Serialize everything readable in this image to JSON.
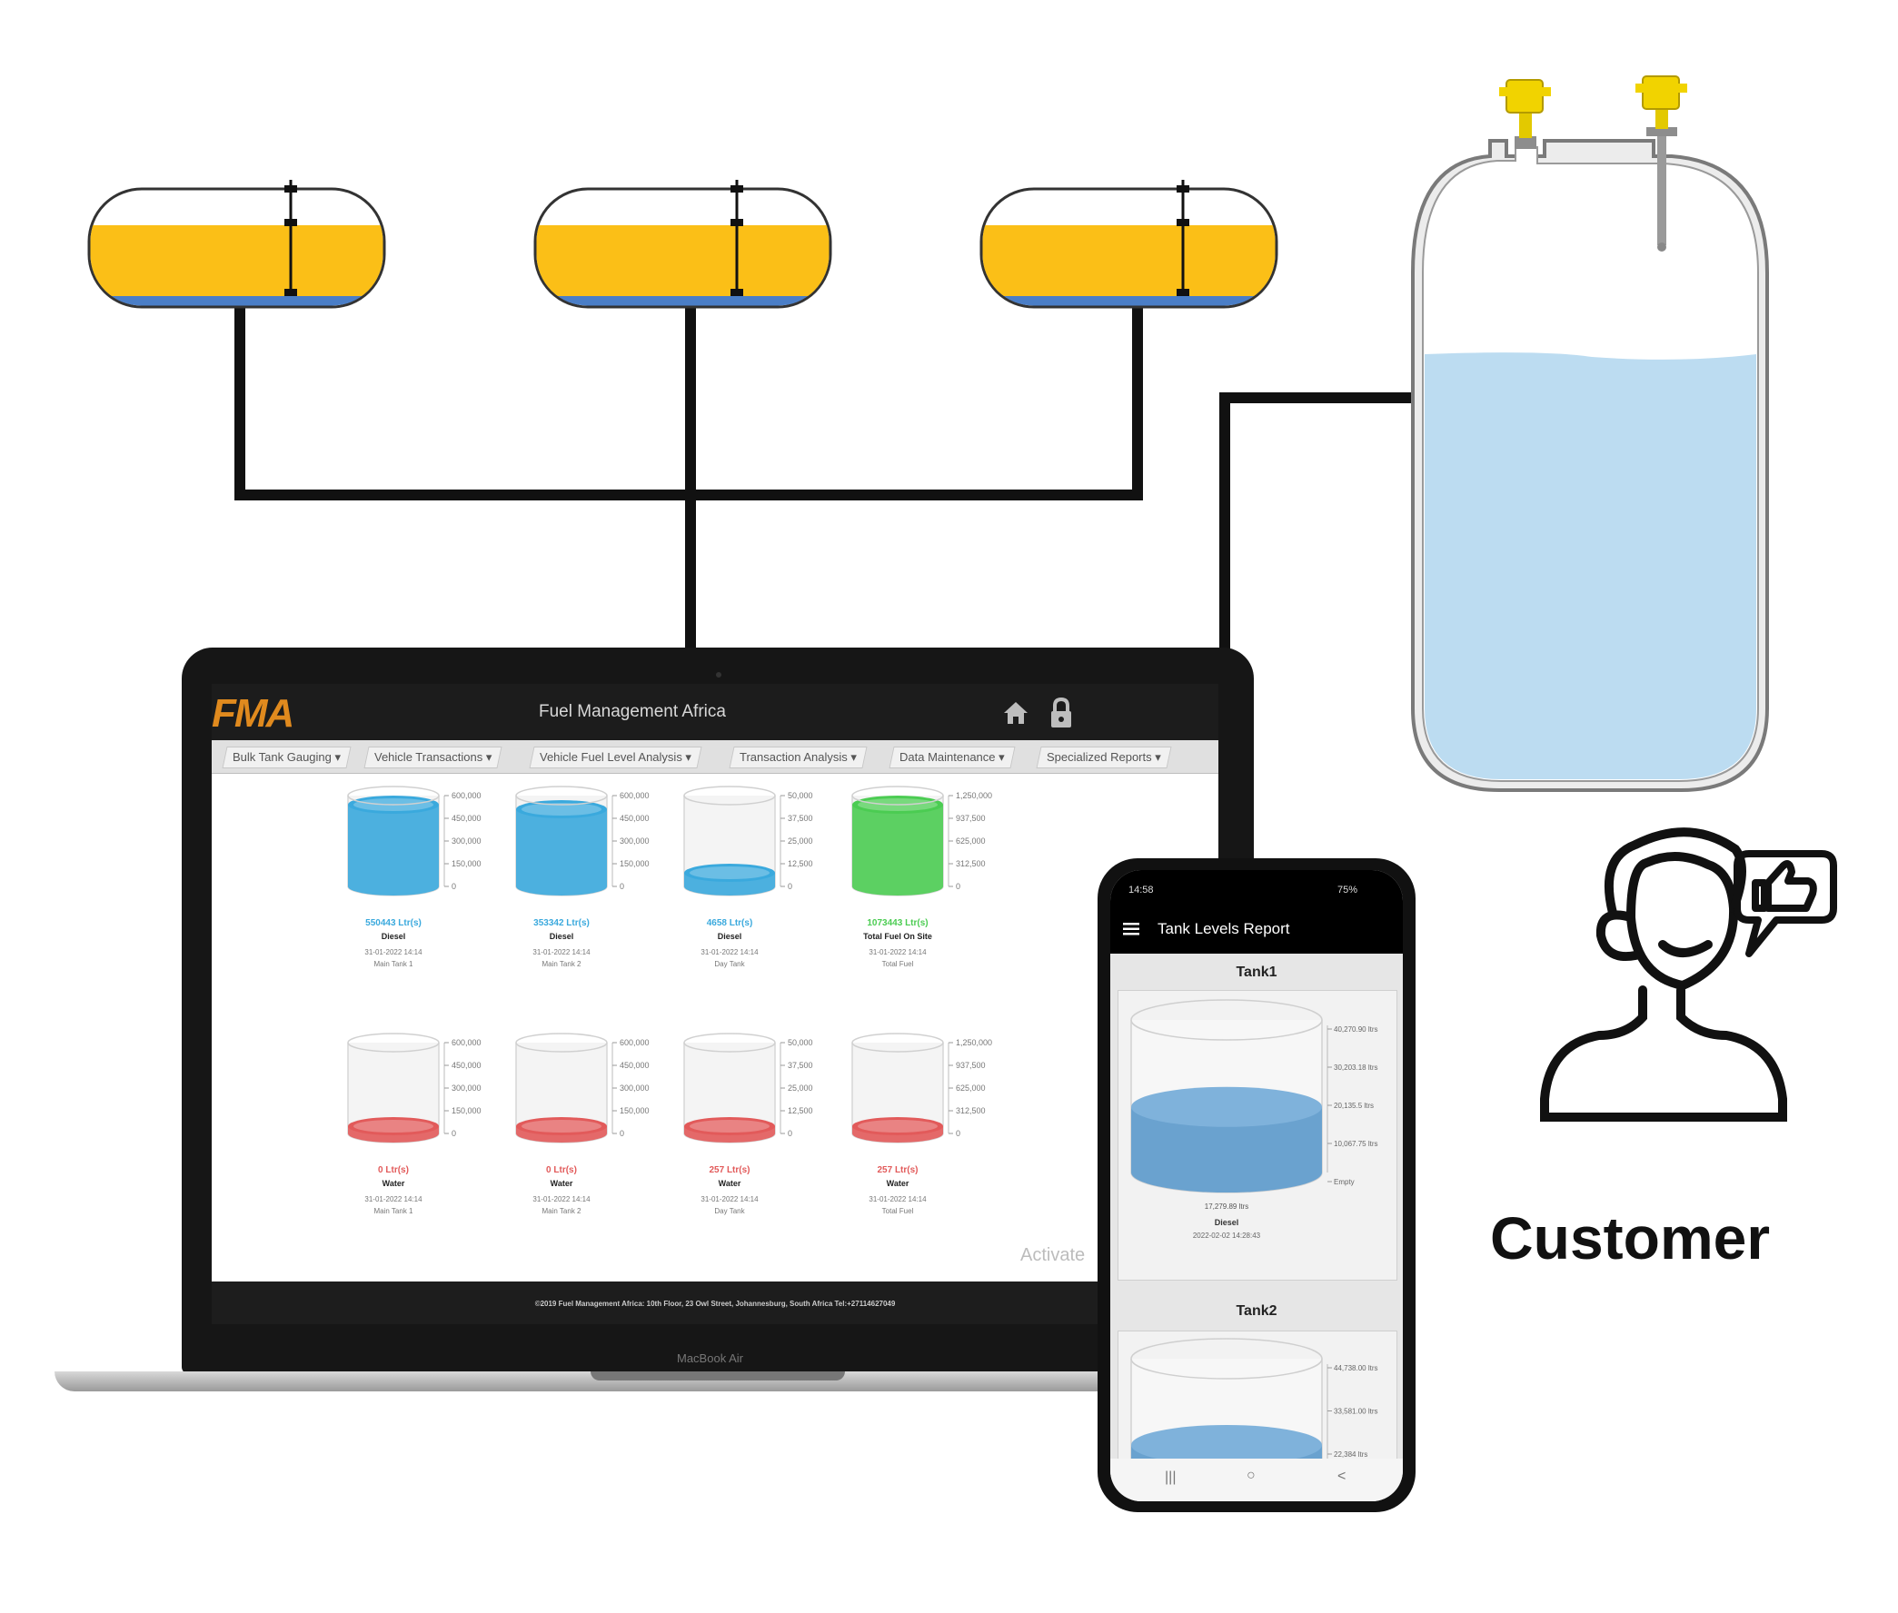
{
  "colors": {
    "fuel_yellow": "#fbbf17",
    "water_blue": "#4a7ec7",
    "pipe": "#111111",
    "vessel_liquid": "#bcdcf1",
    "sensor_yellow": "#f1d300",
    "gauge_blue": "#3aa9dd",
    "gauge_green": "#4bcc52",
    "gauge_red": "#e25a5a",
    "phone_gauge_blue": "#6aa2cf"
  },
  "dashboard": {
    "logo": "FMA",
    "title": "Fuel Management Africa",
    "home_icon": "home-icon",
    "lock_icon": "lock-icon",
    "menu": [
      "Bulk Tank Gauging ▾",
      "Vehicle Transactions ▾",
      "Vehicle Fuel Level Analysis ▾",
      "Transaction Analysis ▾",
      "Data Maintenance ▾",
      "Specialized Reports ▾"
    ],
    "gauges_top": [
      {
        "value": "550443 Ltr(s)",
        "label": "Diesel",
        "date": "31-01-2022 14:14",
        "tank": "Main Tank 1",
        "color": "blue",
        "level": 0.9,
        "ticks": [
          "600,000",
          "450,000",
          "300,000",
          "150,000",
          "0"
        ]
      },
      {
        "value": "353342 Ltr(s)",
        "label": "Diesel",
        "date": "31-01-2022 14:14",
        "tank": "Main Tank 2",
        "color": "blue",
        "level": 0.85,
        "ticks": [
          "600,000",
          "450,000",
          "300,000",
          "150,000",
          "0"
        ]
      },
      {
        "value": "4658 Ltr(s)",
        "label": "Diesel",
        "date": "31-01-2022 14:14",
        "tank": "Day Tank",
        "color": "blue",
        "level": 0.15,
        "ticks": [
          "50,000",
          "37,500",
          "25,000",
          "12,500",
          "0"
        ]
      },
      {
        "value": "1073443 Ltr(s)",
        "label": "Total Fuel On Site",
        "date": "31-01-2022 14:14",
        "tank": "Total Fuel",
        "color": "green",
        "level": 0.9,
        "ticks": [
          "1,250,000",
          "937,500",
          "625,000",
          "312,500",
          "0"
        ]
      }
    ],
    "gauges_bottom": [
      {
        "value": "0 Ltr(s)",
        "label": "Water",
        "date": "31-01-2022 14:14",
        "tank": "Main Tank 1",
        "color": "red",
        "level": 0.08,
        "ticks": [
          "600,000",
          "450,000",
          "300,000",
          "150,000",
          "0"
        ]
      },
      {
        "value": "0 Ltr(s)",
        "label": "Water",
        "date": "31-01-2022 14:14",
        "tank": "Main Tank 2",
        "color": "red",
        "level": 0.08,
        "ticks": [
          "600,000",
          "450,000",
          "300,000",
          "150,000",
          "0"
        ]
      },
      {
        "value": "257 Ltr(s)",
        "label": "Water",
        "date": "31-01-2022 14:14",
        "tank": "Day Tank",
        "color": "red",
        "level": 0.08,
        "ticks": [
          "50,000",
          "37,500",
          "25,000",
          "12,500",
          "0"
        ]
      },
      {
        "value": "257 Ltr(s)",
        "label": "Water",
        "date": "31-01-2022 14:14",
        "tank": "Total Fuel",
        "color": "red",
        "level": 0.08,
        "ticks": [
          "1,250,000",
          "937,500",
          "625,000",
          "312,500",
          "0"
        ]
      }
    ],
    "footer": "©2019 Fuel Management Africa: 10th Floor, 23 Owl Street, Johannesburg, South Africa Tel:+27114627049",
    "watermark": "Activate",
    "laptop_label": "MacBook Air"
  },
  "phone": {
    "time": "14:58",
    "battery": "75%",
    "menu_icon": "hamburger-icon",
    "title": "Tank Levels Report",
    "tank1": {
      "name": "Tank1",
      "ticks": [
        "40,270.90 ltrs",
        "30,203.18 ltrs",
        "20,135.5 ltrs",
        "10,067.75 ltrs",
        "Empty"
      ],
      "reading": "17,279.89 ltrs",
      "product": "Diesel",
      "timestamp": "2022-02-02 14:28:43",
      "level": 0.43
    },
    "tank2": {
      "name": "Tank2",
      "ticks": [
        "44,738.00 ltrs",
        "33,581.00 ltrs",
        "22,384 ltrs"
      ],
      "level": 0.5
    },
    "nav": [
      "|||",
      "○",
      "<"
    ]
  },
  "customer": {
    "label": "Customer",
    "icon": "customer-icon",
    "bubble_icon": "thumbs-up-icon"
  }
}
